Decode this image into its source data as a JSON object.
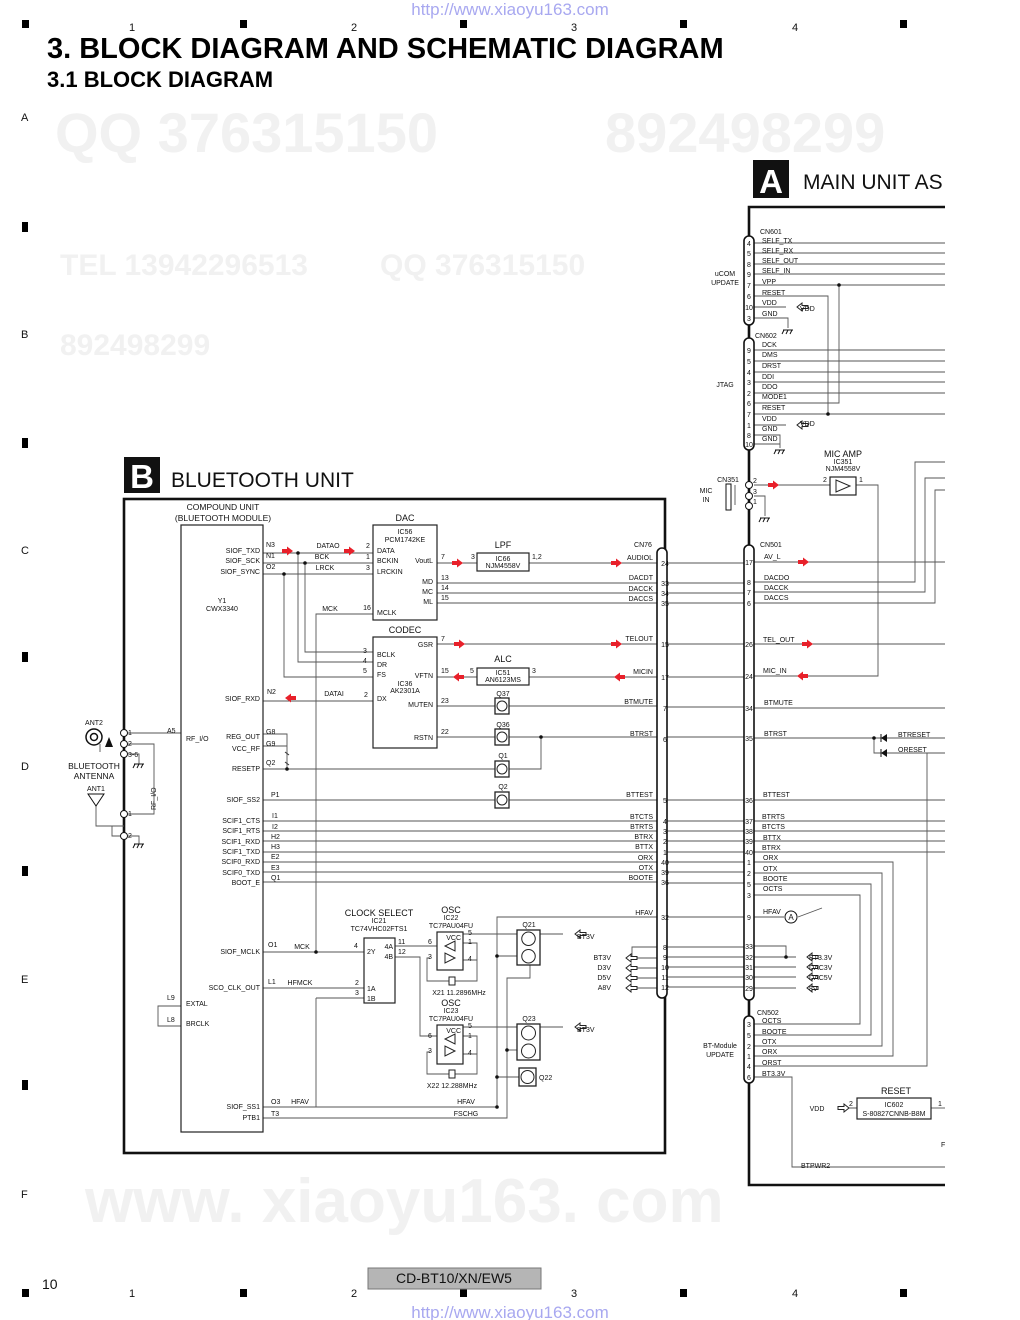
{
  "header": {
    "title": "3. BLOCK DIAGRAM AND SCHEMATIC DIAGRAM",
    "subtitle": "3.1  BLOCK DIAGRAM",
    "url": "http://www.xiaoyu163.com",
    "grid_columns": [
      "1",
      "2",
      "3",
      "4"
    ],
    "grid_rows": [
      "A",
      "B",
      "C",
      "D",
      "E",
      "F"
    ]
  },
  "watermarks": [
    "QQ 376315150",
    "892498299",
    "TEL 13942296513",
    "QQ 376315150",
    "892498299",
    "www. xiaoyu163. com"
  ],
  "footer": {
    "page": "10",
    "model": "CD-BT10/XN/EW5",
    "url": "http://www.xiaoyu163.com"
  },
  "diagram": {
    "unit_a": {
      "letter": "A",
      "title": "MAIN UNIT AS"
    },
    "unit_b": {
      "letter": "B",
      "title": "BLUETOOTH UNIT"
    },
    "signal_arrow_color": "#e8202a",
    "labels": {
      "compound_unit": "COMPOUND UNIT",
      "bt_module": "(BLUETOOTH MODULE)",
      "y1": "Y1",
      "y1_part": "CWX3340",
      "siof_txd": "SIOF_TXD",
      "siof_sck": "SIOF_SCK",
      "siof_sync": "SIOF_SYNC",
      "siof_rxd": "SIOF_RXD",
      "reg_out": "REG_OUT",
      "vcc_rf": "VCC_RF",
      "resetp": "RESETP",
      "siof_ss2": "SIOF_SS2",
      "scif1_cts": "SCIF1_CTS",
      "scif1_rts": "SCIF1_RTS",
      "scif1_rxd": "SCIF1_RXD",
      "scif1_txd": "SCIF1_TXD",
      "scif0_rxd": "SCIF0_RXD",
      "scif0_txd": "SCIF0_TXD",
      "boot_e": "BOOT_E",
      "siof_mclk": "SIOF_MCLK",
      "sco_clk_out": "SCO_CLK_OUT",
      "siof_ss1": "SIOF_SS1",
      "ptb1": "PTB1",
      "rf_io": "RF_I/O",
      "extal": "EXTAL",
      "brclk": "BRCLK",
      "pn_n3": "N3",
      "pn_n1": "N1",
      "pn_o2": "O2",
      "pn_n2": "N2",
      "pn_g8": "G8",
      "pn_g9": "G9",
      "pn_q2": "Q2",
      "pn_p1": "P1",
      "pn_i1": "I1",
      "pn_i2": "I2",
      "pn_h2": "H2",
      "pn_h3": "H3",
      "pn_e2": "E2",
      "pn_e3": "E3",
      "pn_q1": "Q1",
      "pn_o1": "O1",
      "pn_l1": "L1",
      "pn_o3": "O3",
      "pn_t3": "T3",
      "pn_a5": "A5",
      "pn_l9": "L9",
      "pn_l8": "L8",
      "net_datao": "DATAO",
      "net_bck": "BCK",
      "net_lrck": "LRCK",
      "net_mck": "MCK",
      "net_datai": "DATAI",
      "dac": "DAC",
      "ic56": "IC56",
      "ic56_part": "PCM1742KE",
      "dac_data": "DATA",
      "dac_bckin": "BCKIN",
      "dac_lrckin": "LRCKIN",
      "dac_mclk": "MCLK",
      "dac_voutl": "VoutL",
      "dac_md": "MD",
      "dac_mc": "MC",
      "dac_ml": "ML",
      "dac_p2": "2",
      "dac_p1": "1",
      "dac_p3": "3",
      "dac_p16": "16",
      "dac_p7": "7",
      "dac_p13": "13",
      "dac_p14": "14",
      "dac_p15": "15",
      "codec": "CODEC",
      "codec_bclk": "BCLK",
      "codec_dr": "DR",
      "codec_fs": "FS",
      "codec_dx": "DX",
      "codec_gsr": "GSR",
      "codec_vftn": "VFTN",
      "ic36": "IC36",
      "ic36_part": "AK2301A",
      "codec_muten": "MUTEN",
      "codec_rstn": "RSTN",
      "codec_p3": "3",
      "codec_p4": "4",
      "codec_p5": "5",
      "codec_p2": "2",
      "codec_p7": "7",
      "codec_p15": "15",
      "codec_p23": "23",
      "codec_p22": "22",
      "lpf": "LPF",
      "ic66": "IC66",
      "ic66_part": "NJM4558V",
      "lpf_p3": "3",
      "lpf_p12": "1,2",
      "alc": "ALC",
      "ic51": "IC51",
      "ic51_part": "AN6123MS",
      "alc_p5": "5",
      "alc_p3": "3",
      "q37": "Q37",
      "q36": "Q36",
      "q1": "Q1",
      "q2": "Q2",
      "q21": "Q21",
      "q23": "Q23",
      "q22": "Q22",
      "cn76": "CN76",
      "audiol": "AUDIOL",
      "dacdt": "DACDT",
      "dacck": "DACCK",
      "daccs": "DACCS",
      "telout": "TELOUT",
      "micin": "MICIN",
      "btmute": "BTMUTE",
      "btrst": "BTRST",
      "bttest": "BTTEST",
      "btcts": "BTCTS",
      "btrts": "BTRTS",
      "btrx": "BTRX",
      "bttx": "BTTX",
      "orx": "ORX",
      "otx": "OTX",
      "boote": "BOOTE",
      "hfav_cn76": "HFAV",
      "cn76_24": "24",
      "cn76_33": "33",
      "cn76_34": "34",
      "cn76_35": "35",
      "cn76_15": "15",
      "cn76_17": "17",
      "cn76_7": "7",
      "cn76_6": "6",
      "cn76_5": "5",
      "cn76_4": "4",
      "cn76_3": "3",
      "cn76_2": "2",
      "cn76_1": "1",
      "cn76_40": "40",
      "cn76_39": "39",
      "cn76_36": "36",
      "cn76_32": "32",
      "cn76_8": "8",
      "cn76_9": "9",
      "cn76_10": "10",
      "cn76_11": "11",
      "cn76_12": "12",
      "clock_select": "CLOCK SELECT",
      "ic21": "IC21",
      "ic21_part": "TC74VHC02FTS1",
      "cs_2y": "2Y",
      "cs_1a": "1A",
      "cs_1b": "1B",
      "cs_4a": "4A",
      "cs_4b": "4B",
      "cs_p4": "4",
      "cs_p2": "2",
      "cs_p3": "3",
      "cs_p11": "11",
      "cs_p12": "12",
      "net_mck2": "MCK",
      "net_hfmck": "HFMCK",
      "net_hfav1": "HFAV",
      "net_hfav2": "HFAV",
      "net_fschg": "FSCHG",
      "osc1": "OSC",
      "ic22": "IC22",
      "ic22_part": "TC7PAU04FU",
      "osc1_vcc": "VCC",
      "osc1_p6": "6",
      "osc1_p3": "3",
      "osc1_p5": "5",
      "osc1_p1": "1",
      "osc1_p4": "4",
      "x21": "X21  11.2896MHz",
      "osc2": "OSC",
      "ic23": "IC23",
      "ic23_part": "TC7PAU04FU",
      "osc2_vcc": "VCC",
      "osc2_p6": "6",
      "osc2_p3": "3",
      "osc2_p5": "5",
      "osc2_p1": "1",
      "osc2_p4": "4",
      "x22": "X22  12.288MHz",
      "bt3v_in1": "BT3V",
      "bt3v_in2": "BT3V",
      "bt3v_out": "BT3V",
      "d3v": "D3V",
      "d5v": "D5V",
      "a8v": "A8V",
      "ant2": "ANT2",
      "bt_antenna1": "BLUETOOTH",
      "bt_antenna2": "ANTENNA",
      "ant1": "ANT1",
      "rf_io_v": "RF_I/O",
      "ant_p1": "1",
      "ant_p2": "2",
      "ant_p36": "3-6",
      "ant_p1b": "1",
      "ant_p2b": "2",
      "cn601": "CN601",
      "ucom": "uCOM",
      "ucom_update": "UPDATE",
      "self_tx": "SELF_TX",
      "self_rx": "SELF_RX",
      "self_out": "SELF_OUT",
      "self_in": "SELF_IN",
      "vpp": "VPP",
      "reset1": "RESET",
      "vdd1": "VDD",
      "gnd1": "GND",
      "vdd1_src": "VDD",
      "cn601_4": "4",
      "cn601_5": "5",
      "cn601_8": "8",
      "cn601_9": "9",
      "cn601_7": "7",
      "cn601_6": "6",
      "cn601_10": "10",
      "cn601_3": "3",
      "cn602": "CN602",
      "jtag": "JTAG",
      "dck": "DCK",
      "dms": "DMS",
      "drst": "DRST",
      "ddi": "DDI",
      "ddo": "DDO",
      "mode1": "MODE1",
      "reset2": "RESET",
      "vdd2": "VDD",
      "gnd2": "GND",
      "gnd3": "GND",
      "vdd2_src": "VDD",
      "cn602_9": "9",
      "cn602_5": "5",
      "cn602_4": "4",
      "cn602_3": "3",
      "cn602_2": "2",
      "cn602_6": "6",
      "cn602_7": "7",
      "cn602_1": "1",
      "cn602_8": "8",
      "cn602_10": "10",
      "mic_amp": "MIC AMP",
      "ic351": "IC351",
      "ic351_part": "NJM4558V",
      "mic_p2": "2",
      "mic_p1": "1",
      "cn351": "CN351",
      "mic": "MIC",
      "mic_in_lbl": "IN",
      "cn351_2": "2",
      "cn351_3": "3",
      "cn351_1": "1",
      "cn501": "CN501",
      "av_l": "AV_L",
      "dacdo": "DACDO",
      "dacck2": "DACCK",
      "daccs2": "DACCS",
      "tel_out": "TEL_OUT",
      "mic_in": "MIC_IN",
      "btmute2": "BTMUTE",
      "btrst2": "BTRST",
      "bttest2": "BTTEST",
      "btrts2": "BTRTS",
      "btcts2": "BTCTS",
      "bttx2": "BTTX",
      "btrx2": "BTRX",
      "orx2": "ORX",
      "otx2": "OTX",
      "boote2": "BOOTE",
      "octs": "OCTS",
      "hfav_a": "HFAV",
      "ref_a": "A",
      "btreset": "BTRESET",
      "oreset": "ORESET",
      "cn501_17": "17",
      "cn501_8": "8",
      "cn501_7": "7",
      "cn501_6": "6",
      "cn501_26": "26",
      "cn501_24": "24",
      "cn501_34": "34",
      "cn501_35": "35",
      "cn501_36": "36",
      "cn501_37": "37",
      "cn501_38": "38",
      "cn501_39": "39",
      "cn501_40": "40",
      "cn501_1": "1",
      "cn501_2": "2",
      "cn501_5": "5",
      "cn501_3": "3",
      "cn501_9": "9",
      "cn501_33": "33",
      "cn501_32": "32",
      "cn501_31": "31",
      "cn501_30": "30",
      "cn501_29": "29",
      "bt33v": "BT3.3V",
      "dac3v": "DAC3V",
      "dac5v": "DAC5V",
      "v8": "8V",
      "cn502": "CN502",
      "bt_module_upd": "BT-Module",
      "bt_update": "UPDATE",
      "octs2": "OCTS",
      "boote3": "BOOTE",
      "otx3": "OTX",
      "orx3": "ORX",
      "orst": "ORST",
      "bt33v2": "BT3.3V",
      "cn502_3": "3",
      "cn502_5": "5",
      "cn502_2": "2",
      "cn502_1": "1",
      "cn502_4": "4",
      "cn502_6": "6",
      "reset_blk": "RESET",
      "ic602": "IC602",
      "ic602_part": "S-80827CNNB-B8M",
      "vdd3": "VDD",
      "ic602_p2": "2",
      "ic602_p1": "1",
      "btpwr2": "BTPWR2",
      "f_cut": "F"
    }
  }
}
